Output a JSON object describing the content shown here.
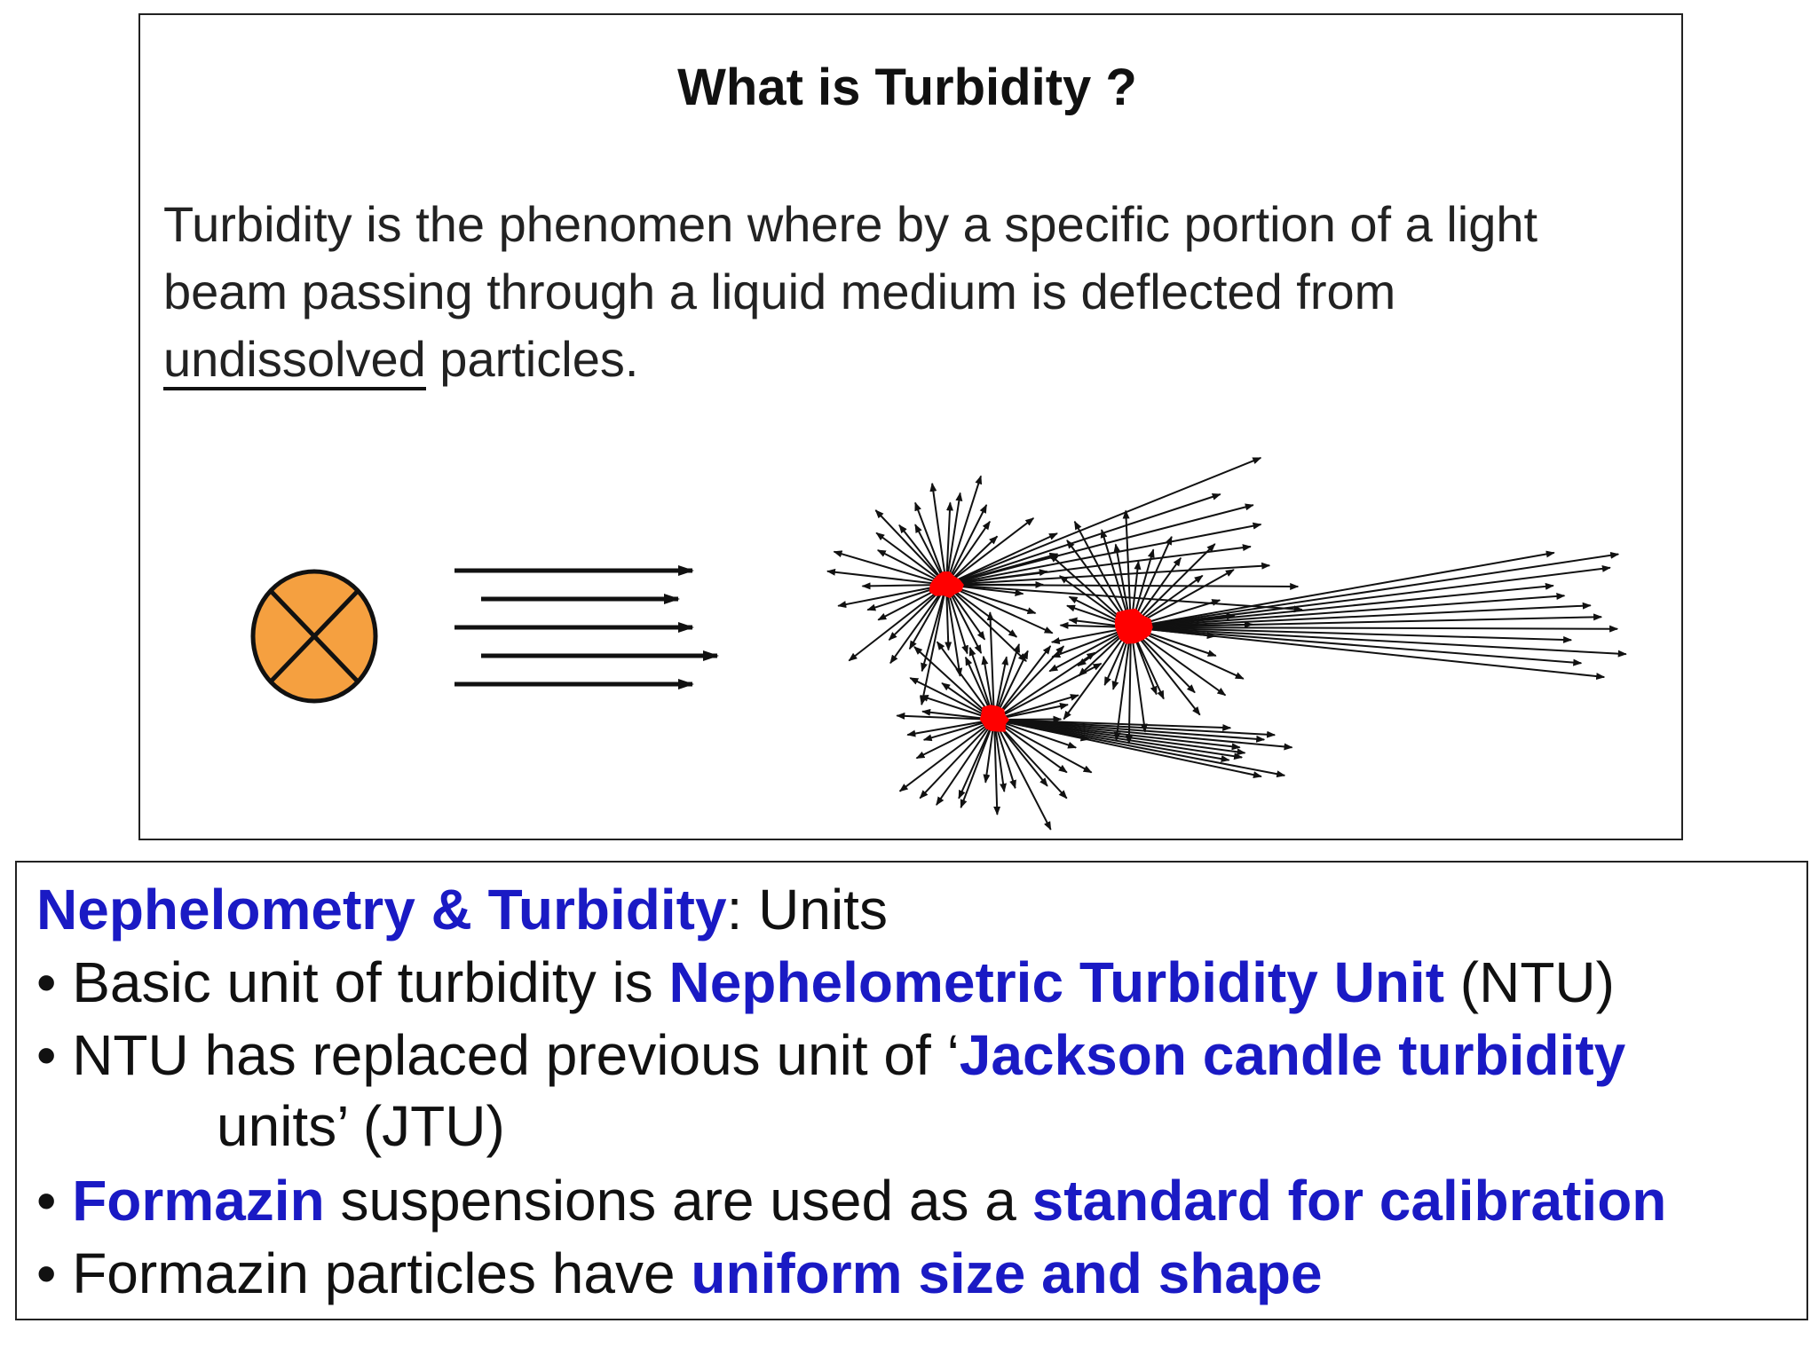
{
  "slide": {
    "title": "What is Turbidity ?",
    "definition": {
      "part1": "Turbidity is the phenomen where by a specific portion of a light beam passing through a liquid medium is deflected from ",
      "underlined": "undissolved",
      "part2": " particles."
    }
  },
  "units_box": {
    "heading": {
      "highlight": "Nephelometry & Turbidity",
      "rest": ":   Units"
    },
    "bullets": [
      {
        "pre": "• Basic unit of turbidity is ",
        "highlight": "Nephelometric Turbidity Unit",
        "post": " (NTU)"
      },
      {
        "pre": "• NTU has replaced previous unit of ‘",
        "highlight": "Jackson candle turbidity",
        "post": ""
      },
      {
        "continuation": "units’ (JTU)"
      },
      {
        "pre": "• ",
        "highlight": "Formazin",
        "mid": " suspensions are used as a ",
        "highlight2": "standard for calibration"
      },
      {
        "pre": "• Formazin particles have ",
        "highlight": "uniform size and shape"
      }
    ]
  },
  "colors": {
    "highlight": "#1a1ac4",
    "lamp_fill": "#f5a040",
    "particle_fill": "#ff0000"
  },
  "icons": [
    "light-source-icon",
    "particle-icon"
  ]
}
